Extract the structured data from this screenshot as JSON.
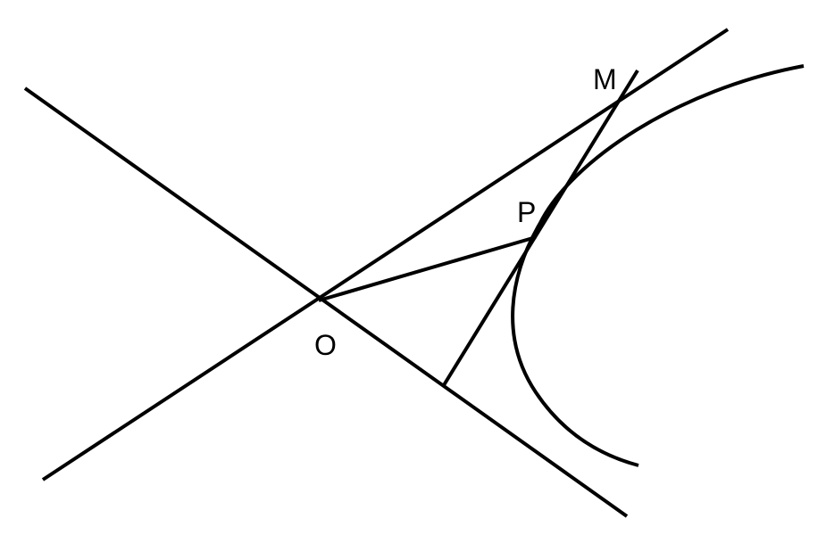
{
  "diagram": {
    "labels": {
      "origin": "O",
      "point_p": "P",
      "point_m": "M"
    },
    "colors": {
      "stroke": "#000000",
      "background": "#ffffff"
    }
  }
}
